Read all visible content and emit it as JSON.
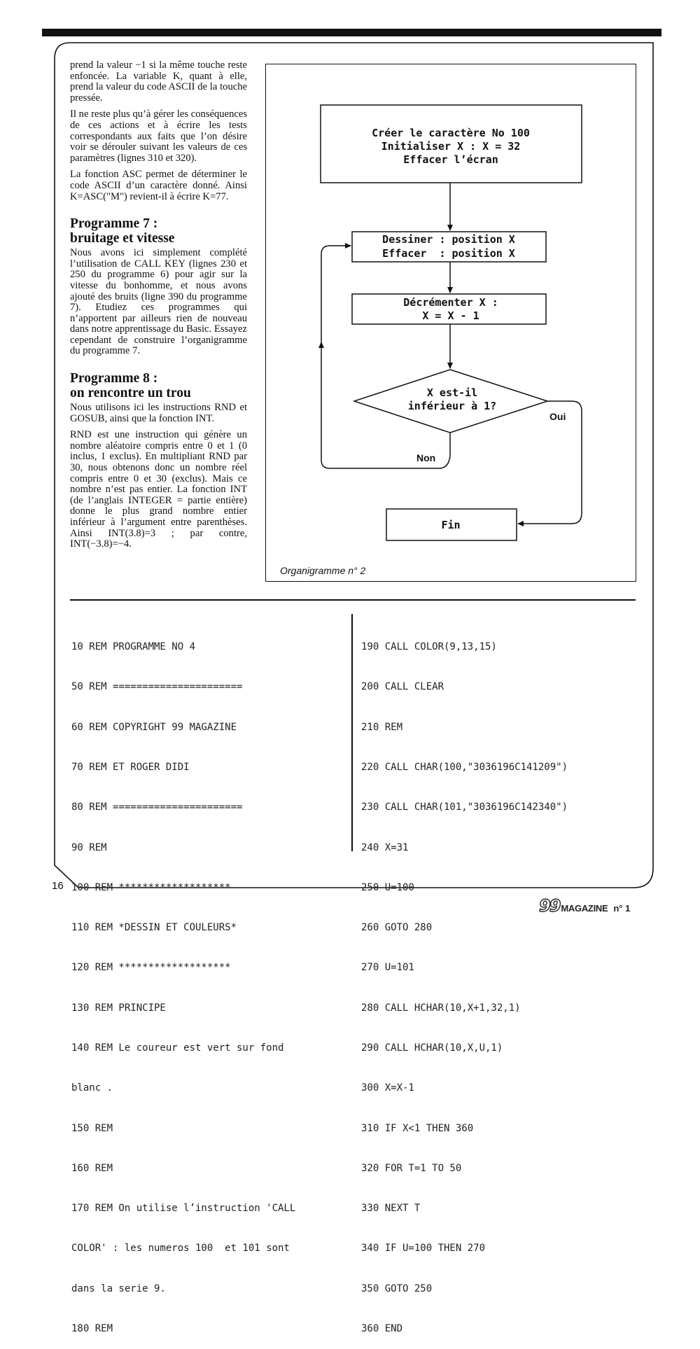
{
  "left_column": {
    "intro_paragraphs": [
      "prend la valeur −1 si la même touche reste enfoncée. La variable K, quant à elle, prend la valeur du code ASCII de la touche pressée.",
      "Il ne reste plus qu’à gérer les conséquences de ces actions et à écrire les tests correspondants aux faits que l’on désire voir se dérouler suivant les valeurs de ces paramètres (lignes 310 et 320).",
      "La fonction ASC permet de déterminer le code ASCII d’un caractère donné. Ainsi K=ASC(\"M\") revient-il à écrire K=77."
    ],
    "section7": {
      "title_line1": "Programme 7 :",
      "title_line2": "bruitage et vitesse",
      "paragraph": "Nous avons ici simplement complété l’utilisation de CALL KEY (lignes 230 et 250 du programme 6) pour agir sur la vitesse du bonhomme, et nous avons ajouté des bruits (ligne 390 du programme 7). Etudiez ces programmes qui n’apportent par ailleurs rien de nouveau dans notre apprentissage du Basic. Essayez cependant de construire l’organigramme du programme 7."
    },
    "section8": {
      "title_line1": "Programme 8 :",
      "title_line2": "on rencontre un trou",
      "paragraph1": "Nous utilisons ici les instructions RND et GOSUB, ainsi que la fonction INT.",
      "paragraph2": "RND est une instruction qui génère un nombre aléatoire compris entre 0 et 1 (0 inclus, 1 exclus). En multipliant RND par 30, nous obtenons donc un nombre réel compris entre 0 et 30 (exclus). Mais ce nombre n’est pas entier. La fonction INT (de l’anglais INTEGER = partie entière) donne le plus grand nombre entier inférieur à l’argument entre parenthèses. Ainsi INT(3.8)=3 ; par contre, INT(−3.8)=−4."
    }
  },
  "flowchart": {
    "box1": [
      "Créer le caractère No 100",
      "Initialiser X : X = 32",
      "Effacer l’écran"
    ],
    "box2": [
      "Dessiner : position X",
      "Effacer  : position X"
    ],
    "box3": [
      "Décrémenter X :",
      "X = X - 1"
    ],
    "decision": [
      "X est-il",
      "inférieur à 1?"
    ],
    "label_yes": "Oui",
    "label_no": "Non",
    "end_box": "Fin",
    "caption": "Organigramme n° 2"
  },
  "code_left": [
    "10 REM PROGRAMME NO 4",
    "50 REM ======================",
    "60 REM COPYRIGHT 99 MAGAZINE",
    "70 REM ET ROGER DIDI",
    "80 REM ======================",
    "90 REM",
    "100 REM *******************",
    "110 REM *DESSIN ET COULEURS*",
    "120 REM *******************",
    "130 REM PRINCIPE",
    "140 REM Le coureur est vert sur fond",
    "blanc .",
    "150 REM",
    "160 REM",
    "170 REM On utilise l’instruction 'CALL",
    "COLOR' : les numeros 100  et 101 sont",
    "dans la serie 9.",
    "180 REM"
  ],
  "code_right": [
    "190 CALL COLOR(9,13,15)",
    "200 CALL CLEAR",
    "210 REM",
    "220 CALL CHAR(100,\"3036196C141209\")",
    "230 CALL CHAR(101,\"3036196C142340\")",
    "240 X=31",
    "250 U=100",
    "260 GOTO 280",
    "270 U=101",
    "280 CALL HCHAR(10,X+1,32,1)",
    "290 CALL HCHAR(10,X,U,1)",
    "300 X=X-1",
    "310 IF X<1 THEN 360",
    "320 FOR T=1 TO 50",
    "330 NEXT T",
    "340 IF U=100 THEN 270",
    "350 GOTO 250",
    "360 END"
  ],
  "footer": {
    "page_number": "16",
    "logo_99": "99",
    "logo_word": "MAGAZINE",
    "issue": "n° 1"
  }
}
